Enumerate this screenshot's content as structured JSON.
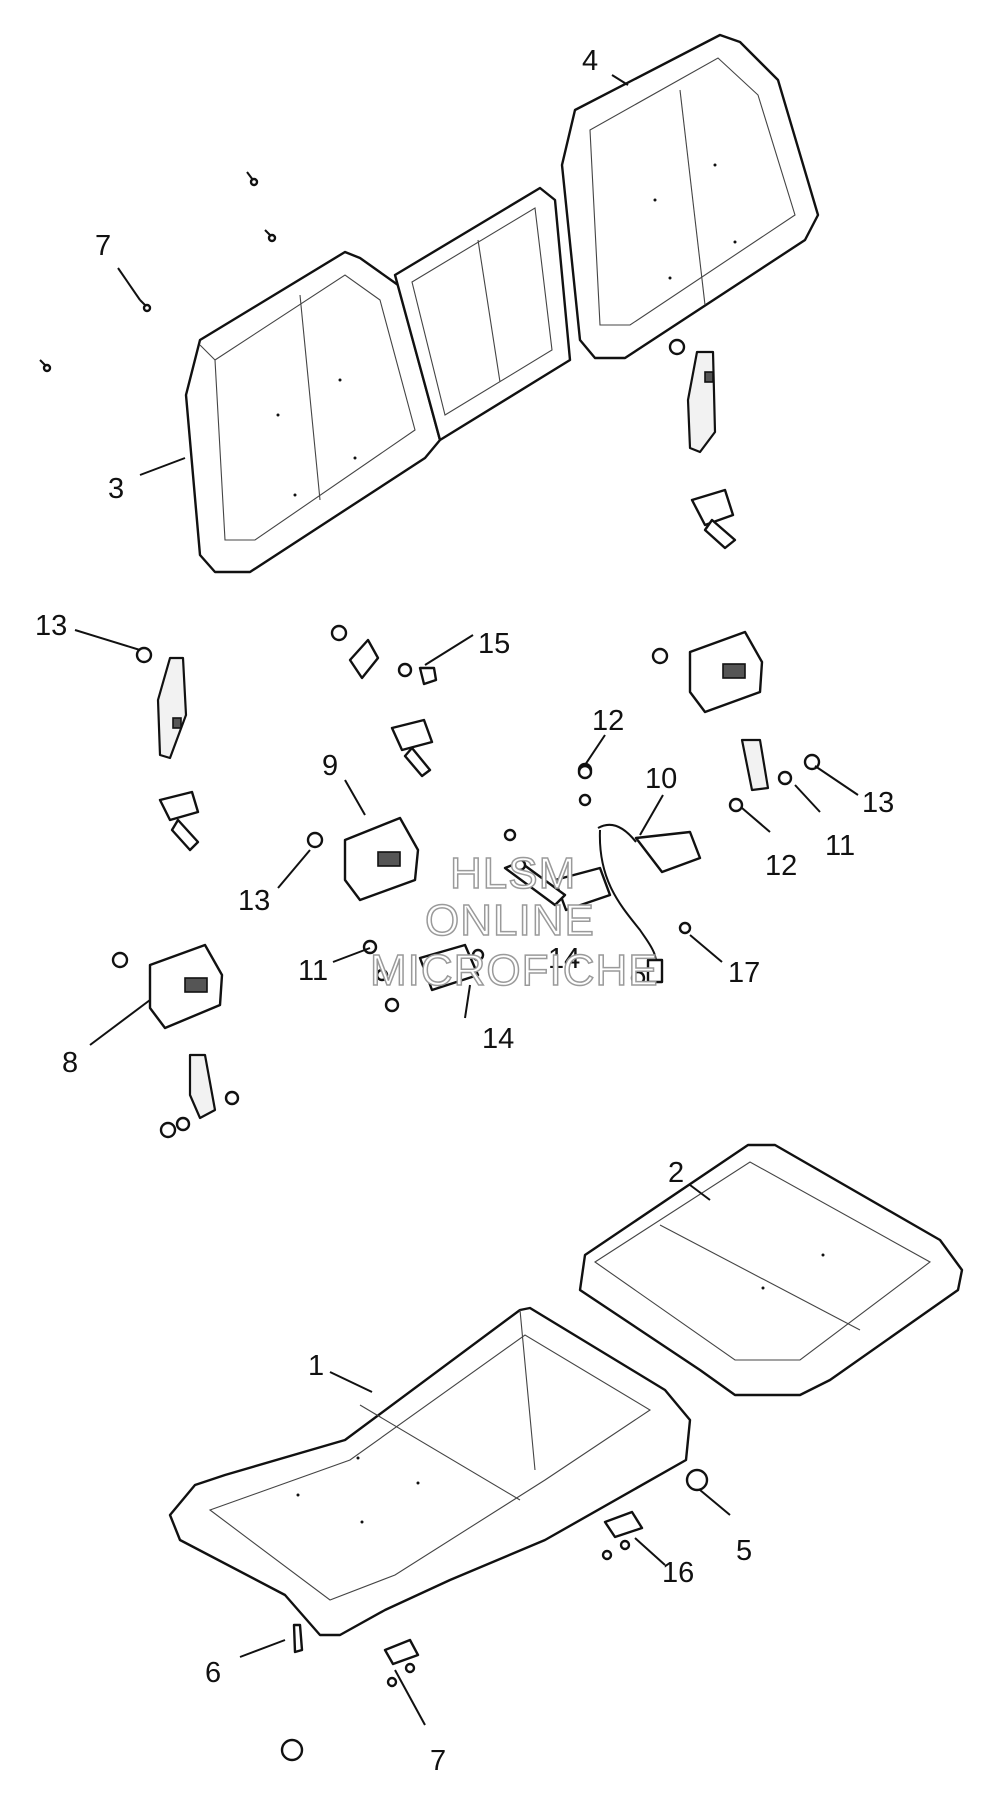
{
  "diagram": {
    "callouts": [
      {
        "id": "c1",
        "text": "1"
      },
      {
        "id": "c2",
        "text": "2"
      },
      {
        "id": "c3",
        "text": "3"
      },
      {
        "id": "c4",
        "text": "4"
      },
      {
        "id": "c5",
        "text": "5"
      },
      {
        "id": "c6",
        "text": "6"
      },
      {
        "id": "c7a",
        "text": "7"
      },
      {
        "id": "c7b",
        "text": "7"
      },
      {
        "id": "c8",
        "text": "8"
      },
      {
        "id": "c9",
        "text": "9"
      },
      {
        "id": "c10",
        "text": "10"
      },
      {
        "id": "c11a",
        "text": "11"
      },
      {
        "id": "c11b",
        "text": "11"
      },
      {
        "id": "c12a",
        "text": "12"
      },
      {
        "id": "c12b",
        "text": "12"
      },
      {
        "id": "c13a",
        "text": "13"
      },
      {
        "id": "c13b",
        "text": "13"
      },
      {
        "id": "c13c",
        "text": "13"
      },
      {
        "id": "c14a",
        "text": "14"
      },
      {
        "id": "c14b",
        "text": "14"
      },
      {
        "id": "c15",
        "text": "15"
      },
      {
        "id": "c16",
        "text": "16"
      },
      {
        "id": "c17",
        "text": "17"
      }
    ],
    "watermark": {
      "line1": "HLSM",
      "line2": "ONLINE",
      "line3": "MICROFICHE"
    }
  }
}
